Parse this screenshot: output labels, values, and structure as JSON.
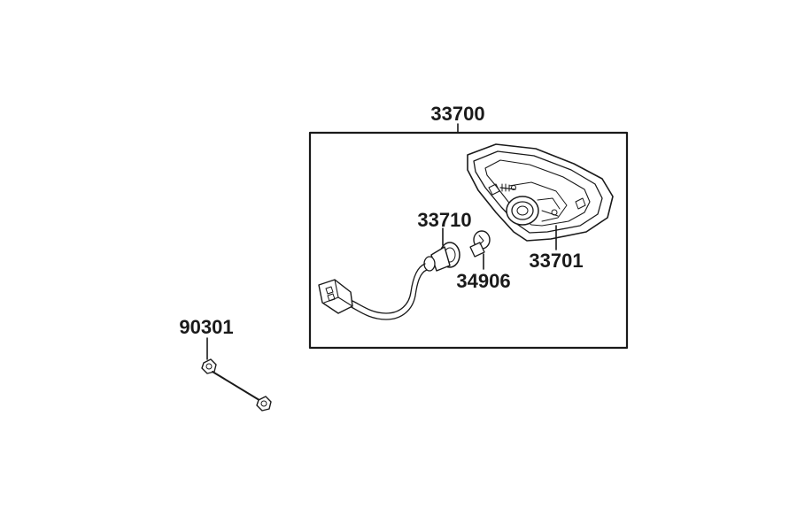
{
  "parts": {
    "assembly": "33700",
    "lens": "33701",
    "socket": "33710",
    "bulb": "34906",
    "nut": "90301"
  }
}
